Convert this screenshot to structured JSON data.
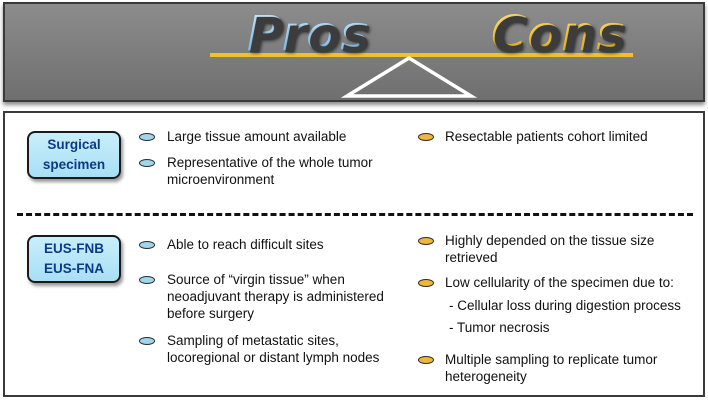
{
  "banner": {
    "pros": "Pros",
    "cons": "Cons"
  },
  "sections": [
    {
      "method": [
        "Surgical",
        "specimen"
      ],
      "pros": [
        [
          "Large tissue amount available"
        ],
        [
          "Representative of the whole tumor",
          "microenvironment"
        ]
      ],
      "cons": [
        [
          "Resectable patients cohort limited"
        ]
      ]
    },
    {
      "method": [
        "EUS-FNB",
        "EUS-FNA"
      ],
      "pros": [
        [
          "Able to reach difficult sites"
        ],
        [
          "Source of “virgin tissue” when",
          "neoadjuvant therapy is administered",
          "before surgery"
        ],
        [
          "Sampling of metastatic sites,",
          "locoregional or distant lymph nodes"
        ]
      ],
      "cons": [
        [
          "Highly depended on the tissue size",
          "retrieved"
        ],
        [
          "Low cellularity of the specimen due to:"
        ],
        [
          "Multiple sampling to replicate tumor",
          "heterogeneity"
        ]
      ],
      "cons_sub": [
        "- Cellular loss during digestion process",
        "- Tumor necrosis"
      ]
    }
  ],
  "colors": {
    "pros": "#8fd0ff",
    "cons": "#f6c233",
    "method_text": "#0d3a86",
    "method_fill": "#bfe9f9",
    "beam": "#f2c02e"
  }
}
